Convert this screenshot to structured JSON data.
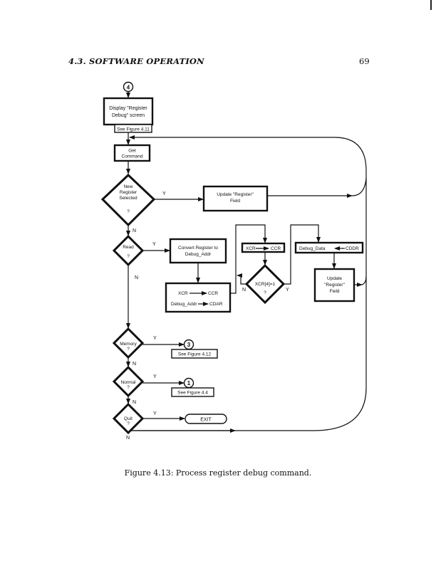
{
  "header": {
    "section": "4.3.  SOFTWARE OPERATION",
    "page_number": "69"
  },
  "flowchart": {
    "start_connector": "4",
    "display_box": [
      "Display  \"Register",
      "Debug\" screen"
    ],
    "display_ref": "See Figure 4.11",
    "get_command": [
      "Get",
      "Command"
    ],
    "decision_new_register": [
      "New",
      "Register",
      "Selected",
      "?"
    ],
    "update_field_1": [
      "Update  \"Register\"",
      "Field"
    ],
    "decision_read": [
      "Read",
      "?"
    ],
    "convert_box": [
      "Convert  Register  to",
      "Debug_Addr"
    ],
    "xcr_box": [
      "XCR",
      "CCR",
      "Debug_Addr",
      "CDAR"
    ],
    "xcr_ccr_box": [
      "XCR",
      "CCR"
    ],
    "decision_xcr4": [
      "XCR[4]=1",
      "?"
    ],
    "debug_data_box": [
      "Debug_Data",
      "CDDR"
    ],
    "update_field_2": [
      "Update",
      "\"Register\"",
      "Field"
    ],
    "decision_memory": [
      "Memory",
      "?"
    ],
    "memory_connector": "3",
    "memory_ref": "See Figure 4.12",
    "decision_normal": [
      "Normal",
      "?"
    ],
    "normal_connector": "1",
    "normal_ref": "See Figure 4.4",
    "decision_quit": [
      "Quit",
      "?"
    ],
    "exit_terminal": "EXIT",
    "labels": {
      "yes": "Y",
      "no": "N"
    }
  },
  "caption": "Figure 4.13: Process register debug command."
}
